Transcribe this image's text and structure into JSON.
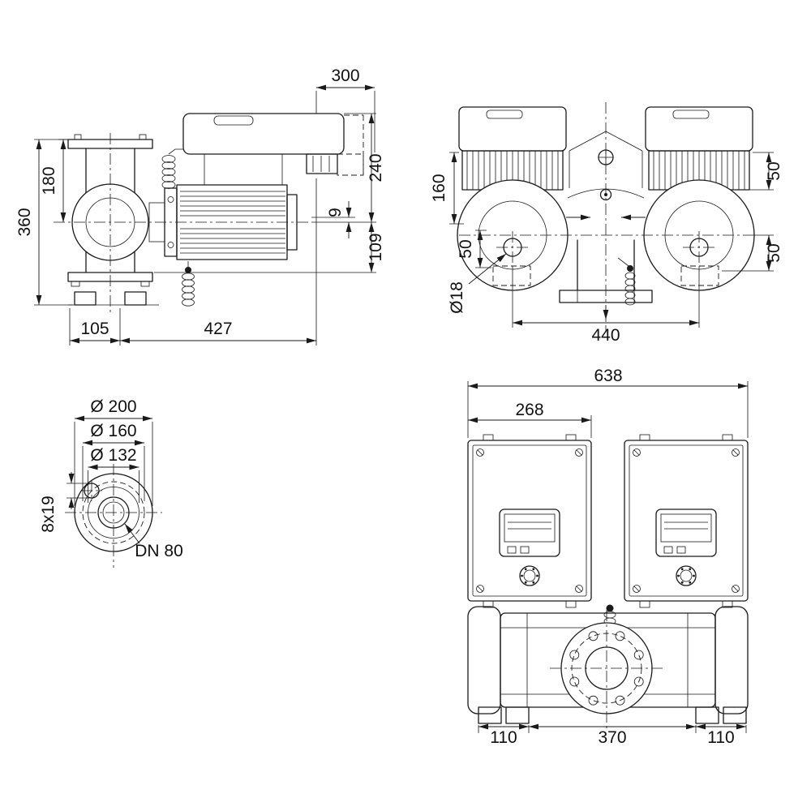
{
  "meta": {
    "type": "pump-dimensional-drawing",
    "colors": {
      "line": "#1a1a1a",
      "background": "#ffffff"
    }
  },
  "side_view": {
    "dim_width_top": "300",
    "dim_height_module": "240",
    "dim_height_axis_bottom": "109",
    "dim_offset": "9",
    "dim_flange_to_axis": "180",
    "dim_total_height": "360",
    "dim_foot_left": "105",
    "dim_length": "427"
  },
  "front_view": {
    "dim_height_motor": "160",
    "dim_50_upper_right": "50",
    "dim_50_left": "50",
    "dim_50_lower_right": "50",
    "dim_foot_hole": "Ø18",
    "dim_foot_spacing": "440"
  },
  "flange_detail": {
    "dim_outer_diameter": "Ø 200",
    "dim_bolt_circle": "Ø 160",
    "dim_raised_face": "Ø 132",
    "dim_bolt_holes": "8x19",
    "dim_nominal_bore": "DN 80"
  },
  "top_view": {
    "dim_total_width": "638",
    "dim_module_width": "268",
    "dim_foot_left": "110",
    "dim_foot_center": "370",
    "dim_foot_right": "110"
  }
}
